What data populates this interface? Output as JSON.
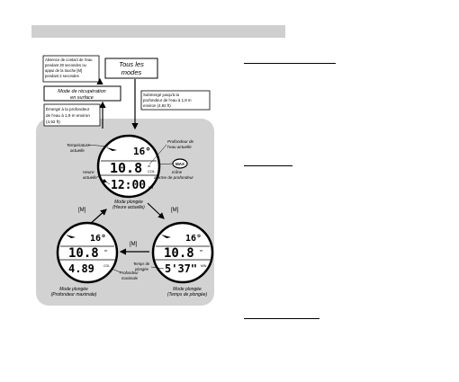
{
  "diagram": {
    "modes_box": [
      "Tous les",
      "modes"
    ],
    "note_no_contact": [
      "Absence de contact de l'eau",
      "pendant 30 secondes ou",
      "appui de la touche [M]",
      "pendant 2 secondes"
    ],
    "surface_mode": [
      "Mode de récupération",
      "en surface"
    ],
    "surfaced_note": [
      "Émergé à la profondeur",
      "de l'eau à 1,9 m environ",
      "(4,92 ft)"
    ],
    "submerged_note": [
      "Submergé jusqu'à la",
      "profondeur de l'eau à 1,9 m",
      "environ (4,92 ft)"
    ],
    "top_watch": {
      "temp": "16°",
      "depth": "10.8",
      "depth_unit": "m",
      "col_label": "COL",
      "time": "12:00",
      "label_temp": [
        "Température",
        "actuelle"
      ],
      "label_depth": [
        "Profondeur de",
        "l'eau actuelle"
      ],
      "label_time": [
        "Heure",
        "actuelle"
      ],
      "max_badge": "MAX",
      "label_alarm": [
        "Icône",
        "alarme de profondeur"
      ],
      "caption": [
        "Mode plongée",
        "(Heure actuelle)"
      ]
    },
    "left_watch": {
      "temp": "16°",
      "depth": "10.8",
      "depth_unit": "m",
      "bottom": "4.89",
      "bottom_unit": "COL",
      "label_bottom": [
        "Profondeur",
        "maximale"
      ],
      "caption": [
        "Mode plongée",
        "(Profondeur maximale)"
      ]
    },
    "right_watch": {
      "temp": "16°",
      "depth": "10.8",
      "depth_unit": "m",
      "bottom": "5'37\"",
      "bottom_unit": "MIN",
      "label_bottom": [
        "Temps de",
        "plongée"
      ],
      "caption": [
        "Mode plongée",
        "(Temps de plongée)"
      ]
    },
    "m_left": "[M]",
    "m_right": "[M]",
    "m_bottom": "[M]"
  },
  "colors": {
    "panel": "#d2d2d2",
    "header_bar": "#cfcfcf"
  }
}
